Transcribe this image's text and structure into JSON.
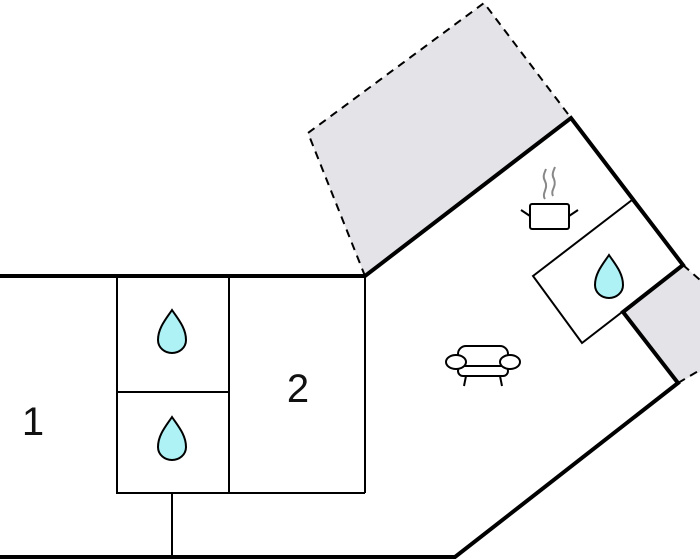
{
  "floorplan": {
    "rooms": [
      {
        "label": "1",
        "type": "bedroom"
      },
      {
        "label": "2",
        "type": "bedroom"
      }
    ],
    "icons": [
      "water-drop-icon",
      "water-drop-icon",
      "water-drop-icon",
      "cooking-pot-icon",
      "sofa-icon"
    ]
  },
  "colors": {
    "wall": "#000000",
    "terrace": "#e4e4e8",
    "water": "#aef2f5"
  }
}
